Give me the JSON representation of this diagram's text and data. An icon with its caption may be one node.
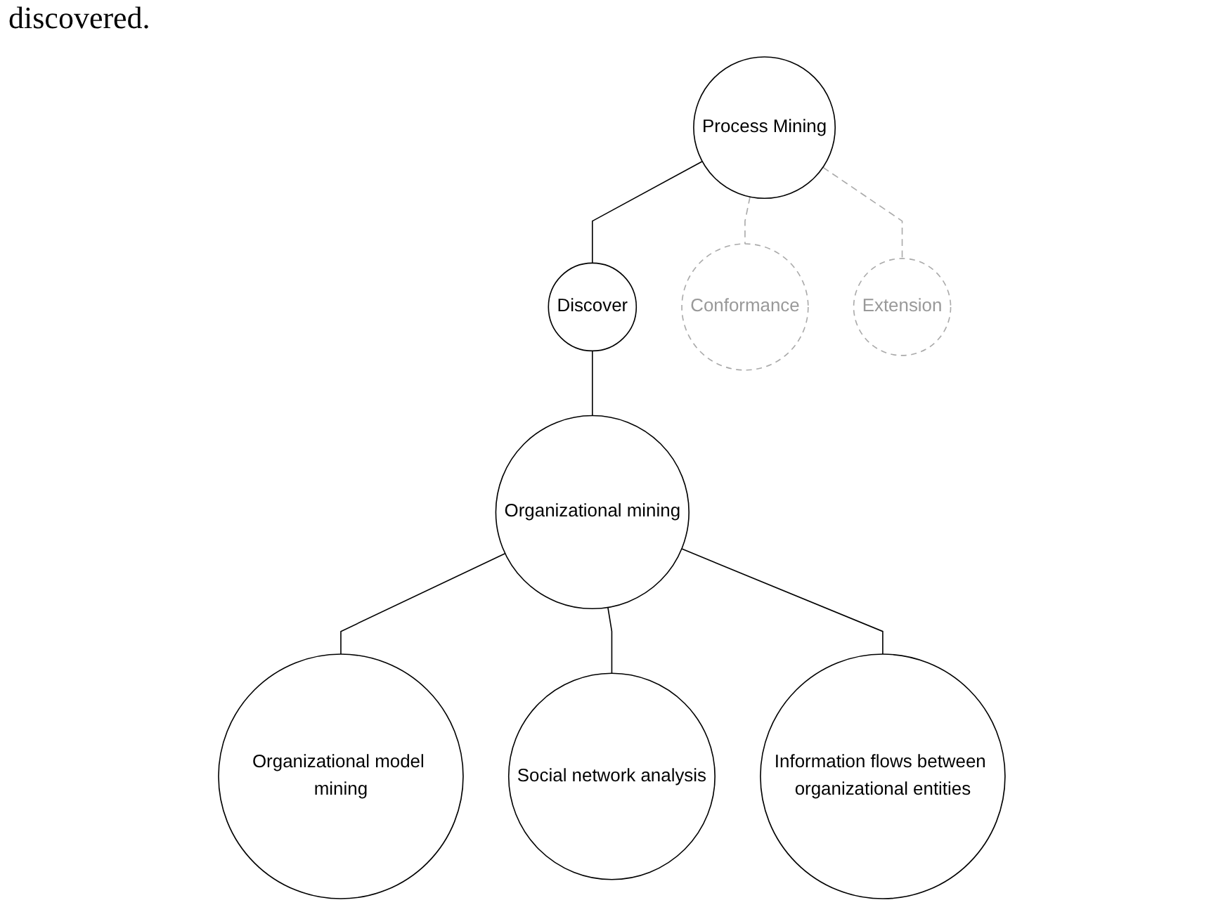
{
  "diagram": {
    "nodes": [
      {
        "text": [
          "Process Mining"
        ]
      },
      {
        "text": [
          "Discover"
        ]
      },
      {
        "text": [
          "Conformance"
        ]
      },
      {
        "text": [
          "Extension"
        ]
      },
      {
        "text": [
          "Organizational mining"
        ]
      },
      {
        "text": [
          "Organizational model mining"
        ]
      },
      {
        "text": [
          "Social network analysis"
        ]
      },
      {
        "text": [
          "Information flows between organizational entities"
        ]
      }
    ],
    "edges": [
      {
        "from": 0,
        "to": 1,
        "arrow": "none"
      },
      {
        "from": 0,
        "to": 2,
        "arrow": "none",
        "style": "dashed",
        "color": "#aaaaaa"
      },
      {
        "from": 0,
        "to": 3,
        "arrow": "none",
        "style": "dashed",
        "color": "#aaaaaa"
      },
      {
        "from": 1,
        "to": 4,
        "arrow": "none"
      },
      {
        "from": 4,
        "to": 5,
        "arrow": "none"
      },
      {
        "from": 4,
        "to": 6,
        "arrow": "none"
      },
      {
        "from": 4,
        "to": 7,
        "arrow": "none"
      }
    ],
    "labels": [
      "discovered."
    ]
  }
}
